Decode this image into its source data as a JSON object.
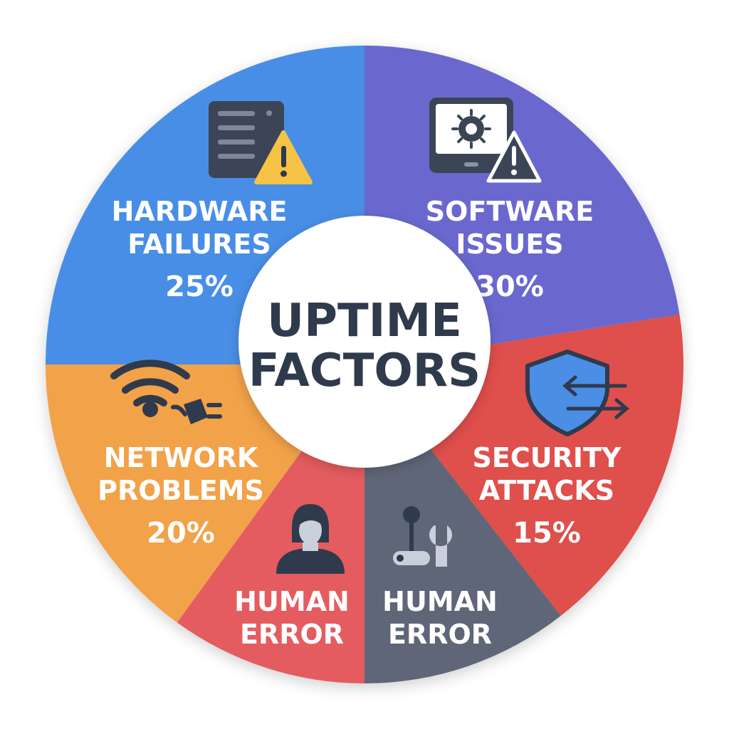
{
  "chart_data": {
    "type": "pie",
    "title": [
      "UPTIME",
      "FACTORS"
    ],
    "slices": [
      {
        "name": "HARDWARE FAILURES",
        "lines": [
          "HARDWARE",
          "FAILURES"
        ],
        "value_label": "25%",
        "start": 270,
        "end": 360,
        "color": "#4a8ee6",
        "icon": "server-warning-icon"
      },
      {
        "name": "SOFTWARE ISSUES",
        "lines": [
          "SOFTWARE",
          "ISSUES"
        ],
        "value_label": "30%",
        "start": 0,
        "end": 81,
        "color": "#6a67cf",
        "icon": "bug-monitor-warning-icon"
      },
      {
        "name": "SECURITY ATTACKS",
        "lines": [
          "SECURITY",
          "ATTACKS"
        ],
        "value_label": "15%",
        "start": 81,
        "end": 142,
        "color": "#df4f4b",
        "icon": "shield-arrows-icon"
      },
      {
        "name": "HUMAN ERROR",
        "lines": [
          "HUMAN",
          "ERROR"
        ],
        "value_label": "",
        "start": 142,
        "end": 180,
        "color": "#5e6677",
        "icon": "joystick-wrench-icon"
      },
      {
        "name": "HUMAN ERROR",
        "lines": [
          "HUMAN",
          "ERROR"
        ],
        "value_label": "",
        "start": 180,
        "end": 216,
        "color": "#e45c5e",
        "icon": "person-icon"
      },
      {
        "name": "NETWORK PROBLEMS",
        "lines": [
          "NETWORK",
          "PROBLEMS"
        ],
        "value_label": "20%",
        "start": 216,
        "end": 270,
        "color": "#f2a24a",
        "icon": "wifi-plug-icon"
      }
    ],
    "legend": "none"
  }
}
